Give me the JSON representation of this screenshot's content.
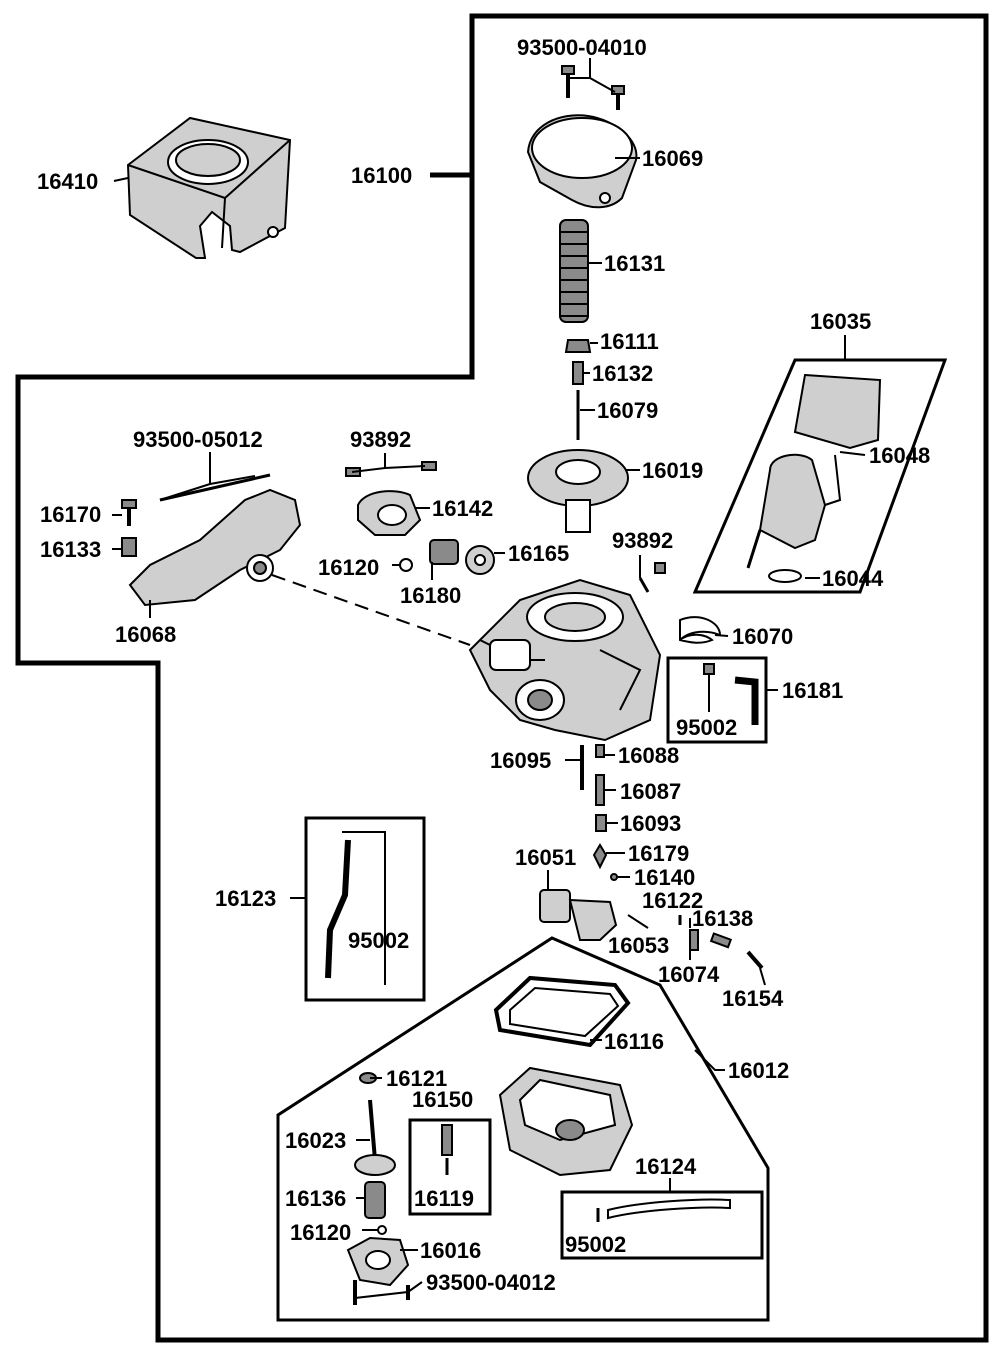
{
  "labels": {
    "p16410": "16410",
    "p16100": "16100",
    "p93500_04010": "93500-04010",
    "p16069": "16069",
    "p16131": "16131",
    "p16111": "16111",
    "p16132": "16132",
    "p16079": "16079",
    "p16019": "16019",
    "p16035": "16035",
    "p16048": "16048",
    "p16044": "16044",
    "p93500_05012": "93500-05012",
    "p16170": "16170",
    "p16133": "16133",
    "p16068": "16068",
    "p93892_a": "93892",
    "p16142": "16142",
    "p16120_a": "16120",
    "p16180": "16180",
    "p16165": "16165",
    "p93892_b": "93892",
    "p16070": "16070",
    "p16181": "16181",
    "p95002_a": "95002",
    "p16095": "16095",
    "p16088": "16088",
    "p16087": "16087",
    "p16093": "16093",
    "p16051": "16051",
    "p16179": "16179",
    "p16140": "16140",
    "p16122": "16122",
    "p16138": "16138",
    "p16053": "16053",
    "p16074": "16074",
    "p16154": "16154",
    "p16123": "16123",
    "p95002_b": "95002",
    "p16116": "16116",
    "p16012": "16012",
    "p16121": "16121",
    "p16150": "16150",
    "p16023": "16023",
    "p16136": "16136",
    "p16119": "16119",
    "p16120_b": "16120",
    "p16016": "16016",
    "p93500_04012": "93500-04012",
    "p16124": "16124",
    "p95002_c": "95002"
  }
}
